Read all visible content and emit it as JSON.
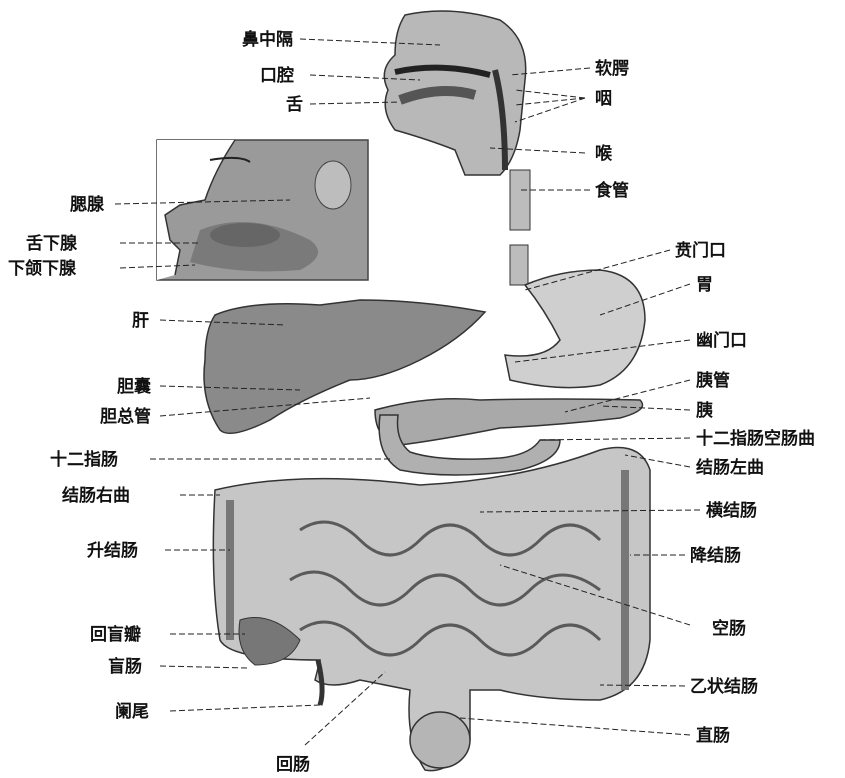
{
  "labels": {
    "nasal_septum": "鼻中隔",
    "oral_cavity": "口腔",
    "tongue": "舌",
    "soft_palate": "软腭",
    "pharynx": "咽",
    "larynx": "喉",
    "esophagus": "食管",
    "parotid": "腮腺",
    "sublingual": "舌下腺",
    "submandibular": "下颌下腺",
    "cardia": "贲门口",
    "stomach": "胃",
    "liver": "肝",
    "pylorus": "幽门口",
    "gallbladder": "胆囊",
    "pancreatic_duct": "胰管",
    "common_bile_duct": "胆总管",
    "pancreas": "胰",
    "duodenojejunal_flexure": "十二指肠空肠曲",
    "duodenum": "十二指肠",
    "left_colic_flexure": "结肠左曲",
    "right_colic_flexure": "结肠右曲",
    "transverse_colon": "横结肠",
    "ascending_colon": "升结肠",
    "descending_colon": "降结肠",
    "jejunum": "空肠",
    "ileocecal_valve": "回盲瓣",
    "cecum": "盲肠",
    "sigmoid_colon": "乙状结肠",
    "appendix": "阑尾",
    "rectum": "直肠",
    "ileum": "回肠"
  }
}
